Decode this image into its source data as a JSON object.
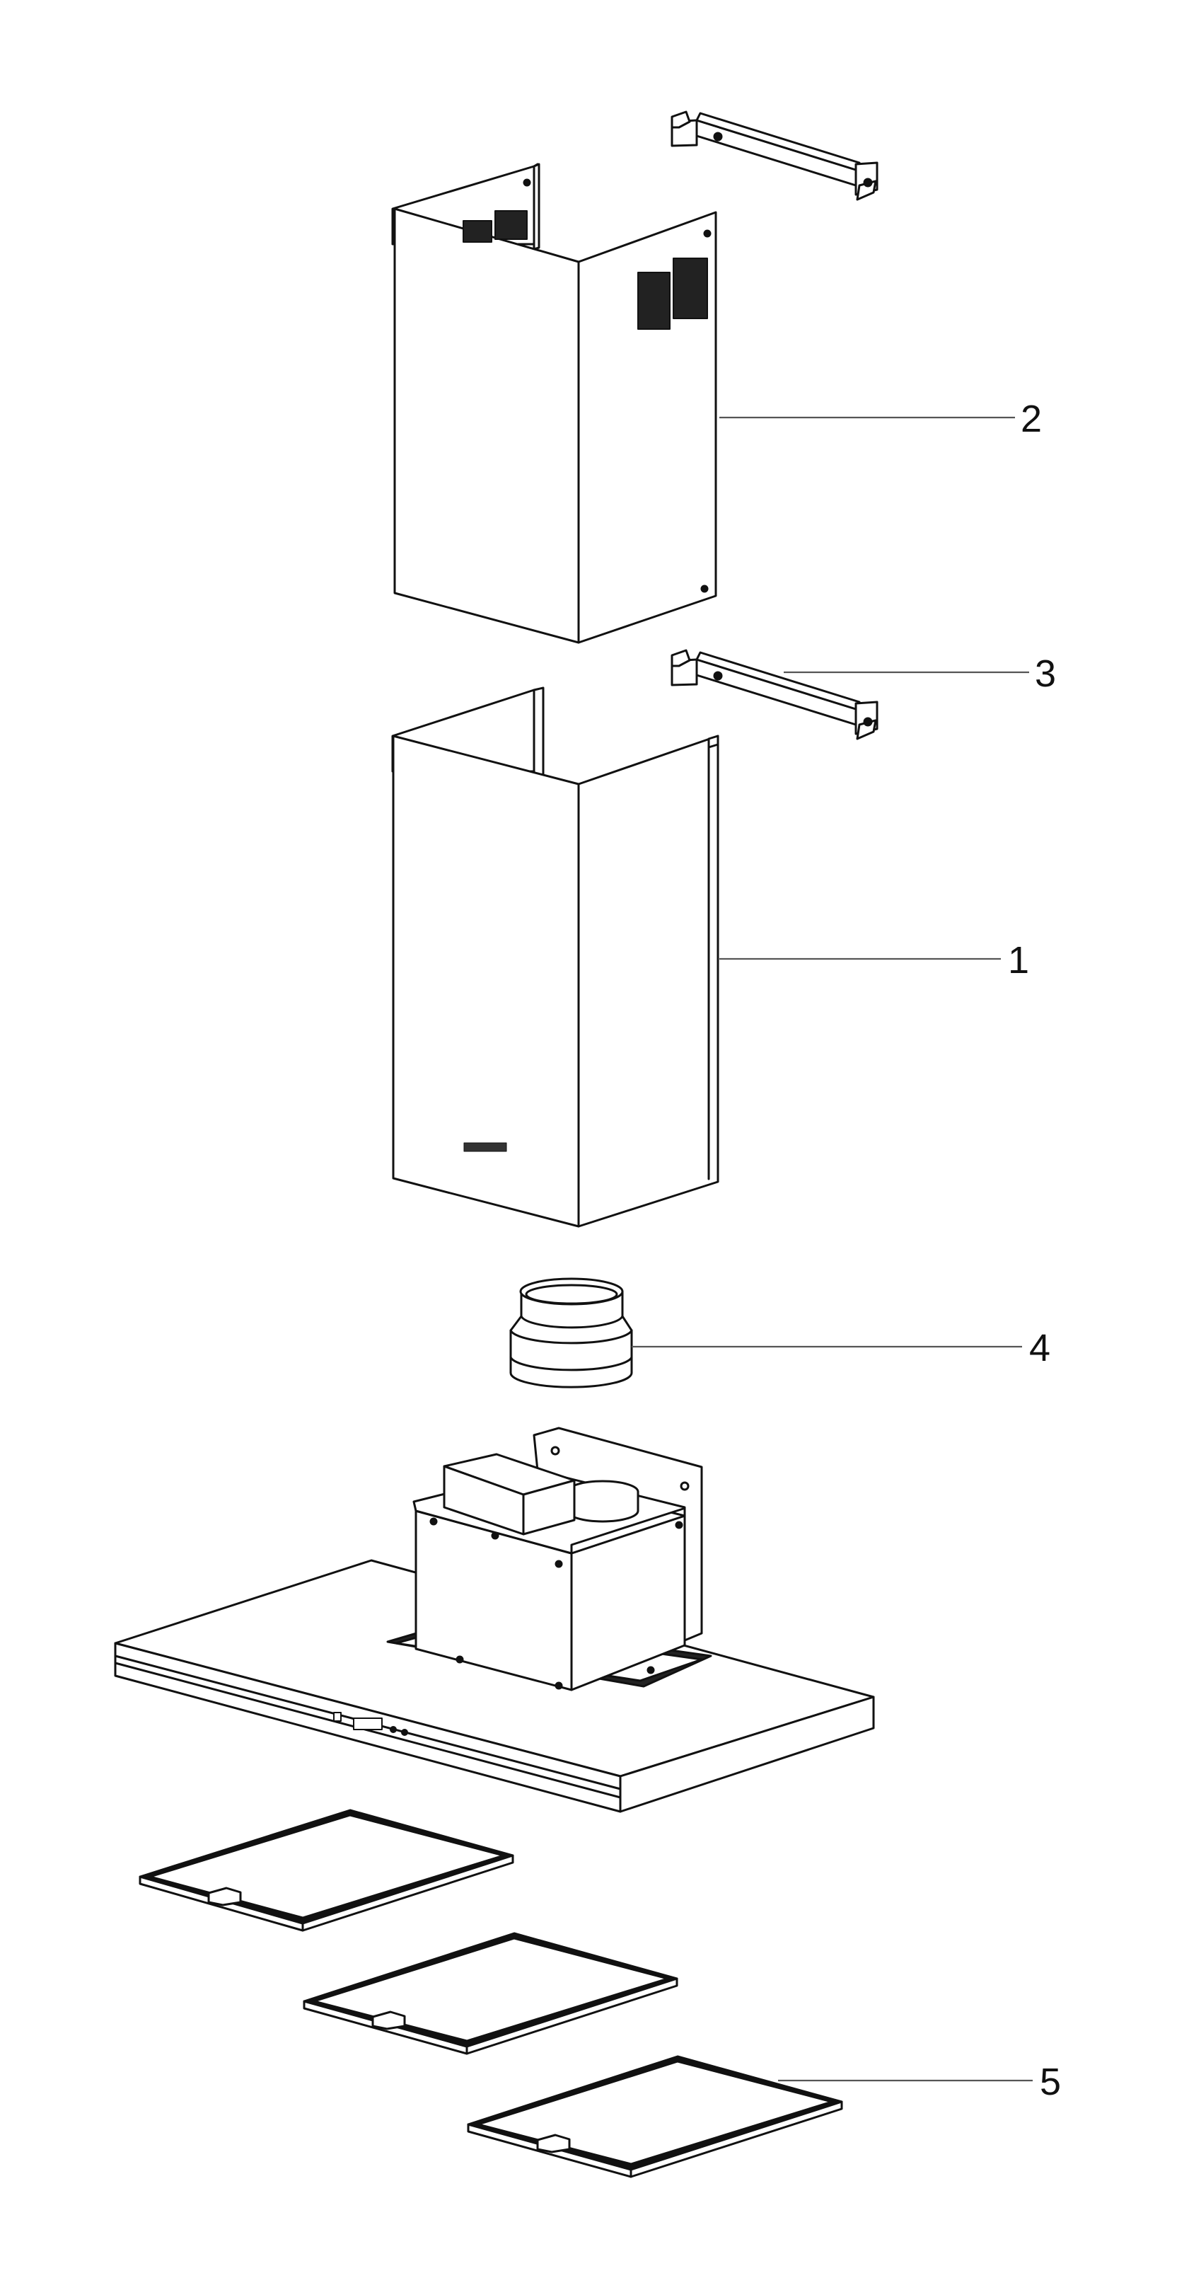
{
  "callouts": [
    {
      "id": "1",
      "label": "1"
    },
    {
      "id": "2",
      "label": "2"
    },
    {
      "id": "3",
      "label": "3"
    },
    {
      "id": "4",
      "label": "4"
    },
    {
      "id": "5",
      "label": "5"
    }
  ],
  "colors": {
    "line": "#111111",
    "leader": "#555555",
    "background": "#ffffff"
  }
}
